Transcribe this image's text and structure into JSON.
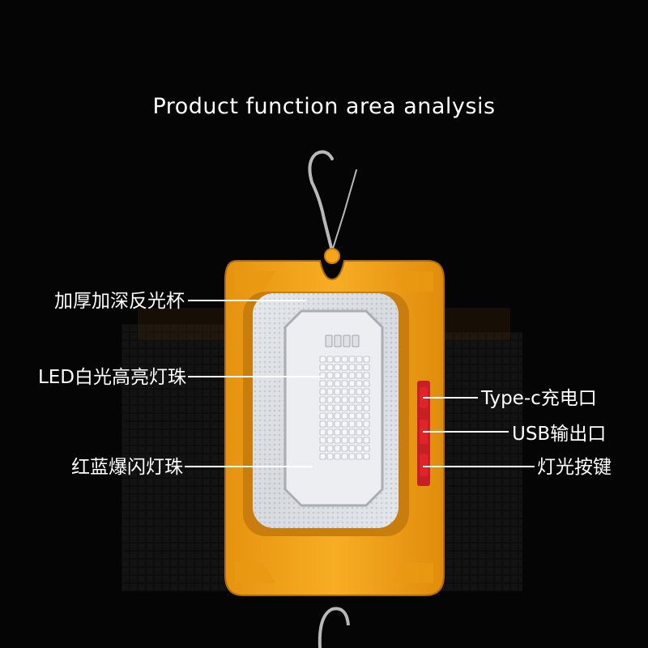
{
  "title": "Product function area analysis",
  "labels": {
    "reflector": "加厚加深反光杯",
    "led_white": "LED白光高亮灯珠",
    "red_blue": "红蓝爆闪灯珠",
    "type_c": "Type-c充电口",
    "usb_out": "USB输出口",
    "light_button": "灯光按键"
  },
  "colors": {
    "background": "#050505",
    "body_orange": "#f4a51c",
    "body_orange_dark": "#c97d0c",
    "reflector_silver": "#d9dde2",
    "led_white": "#f5f7fb",
    "port_red": "#e0242a",
    "callout_line": "#ffffff",
    "hook": "#b8b8b8"
  }
}
